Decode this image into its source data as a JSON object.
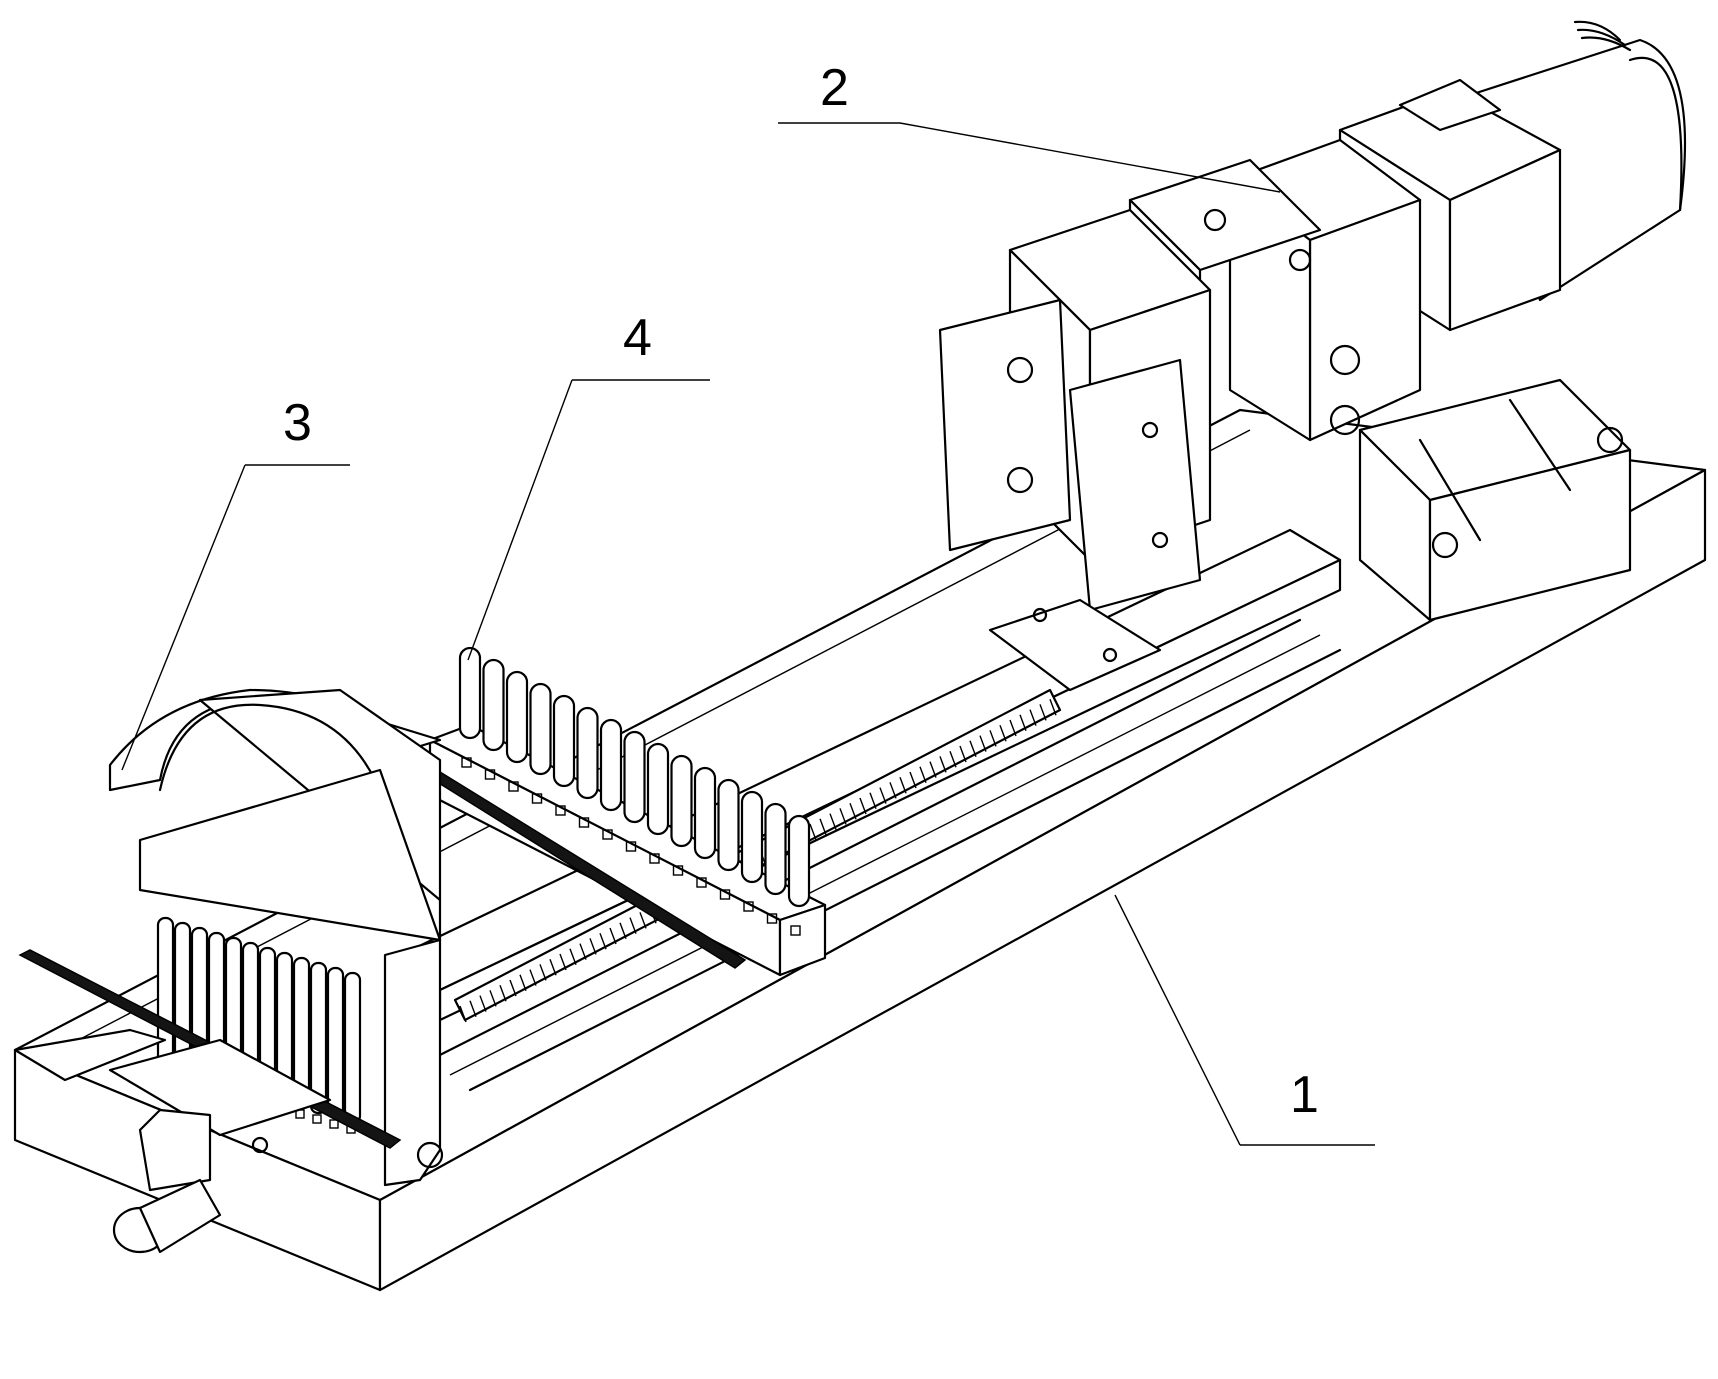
{
  "labels": {
    "base": "1",
    "drive_unit": "2",
    "frame": "3",
    "clamp_strip": "4"
  }
}
